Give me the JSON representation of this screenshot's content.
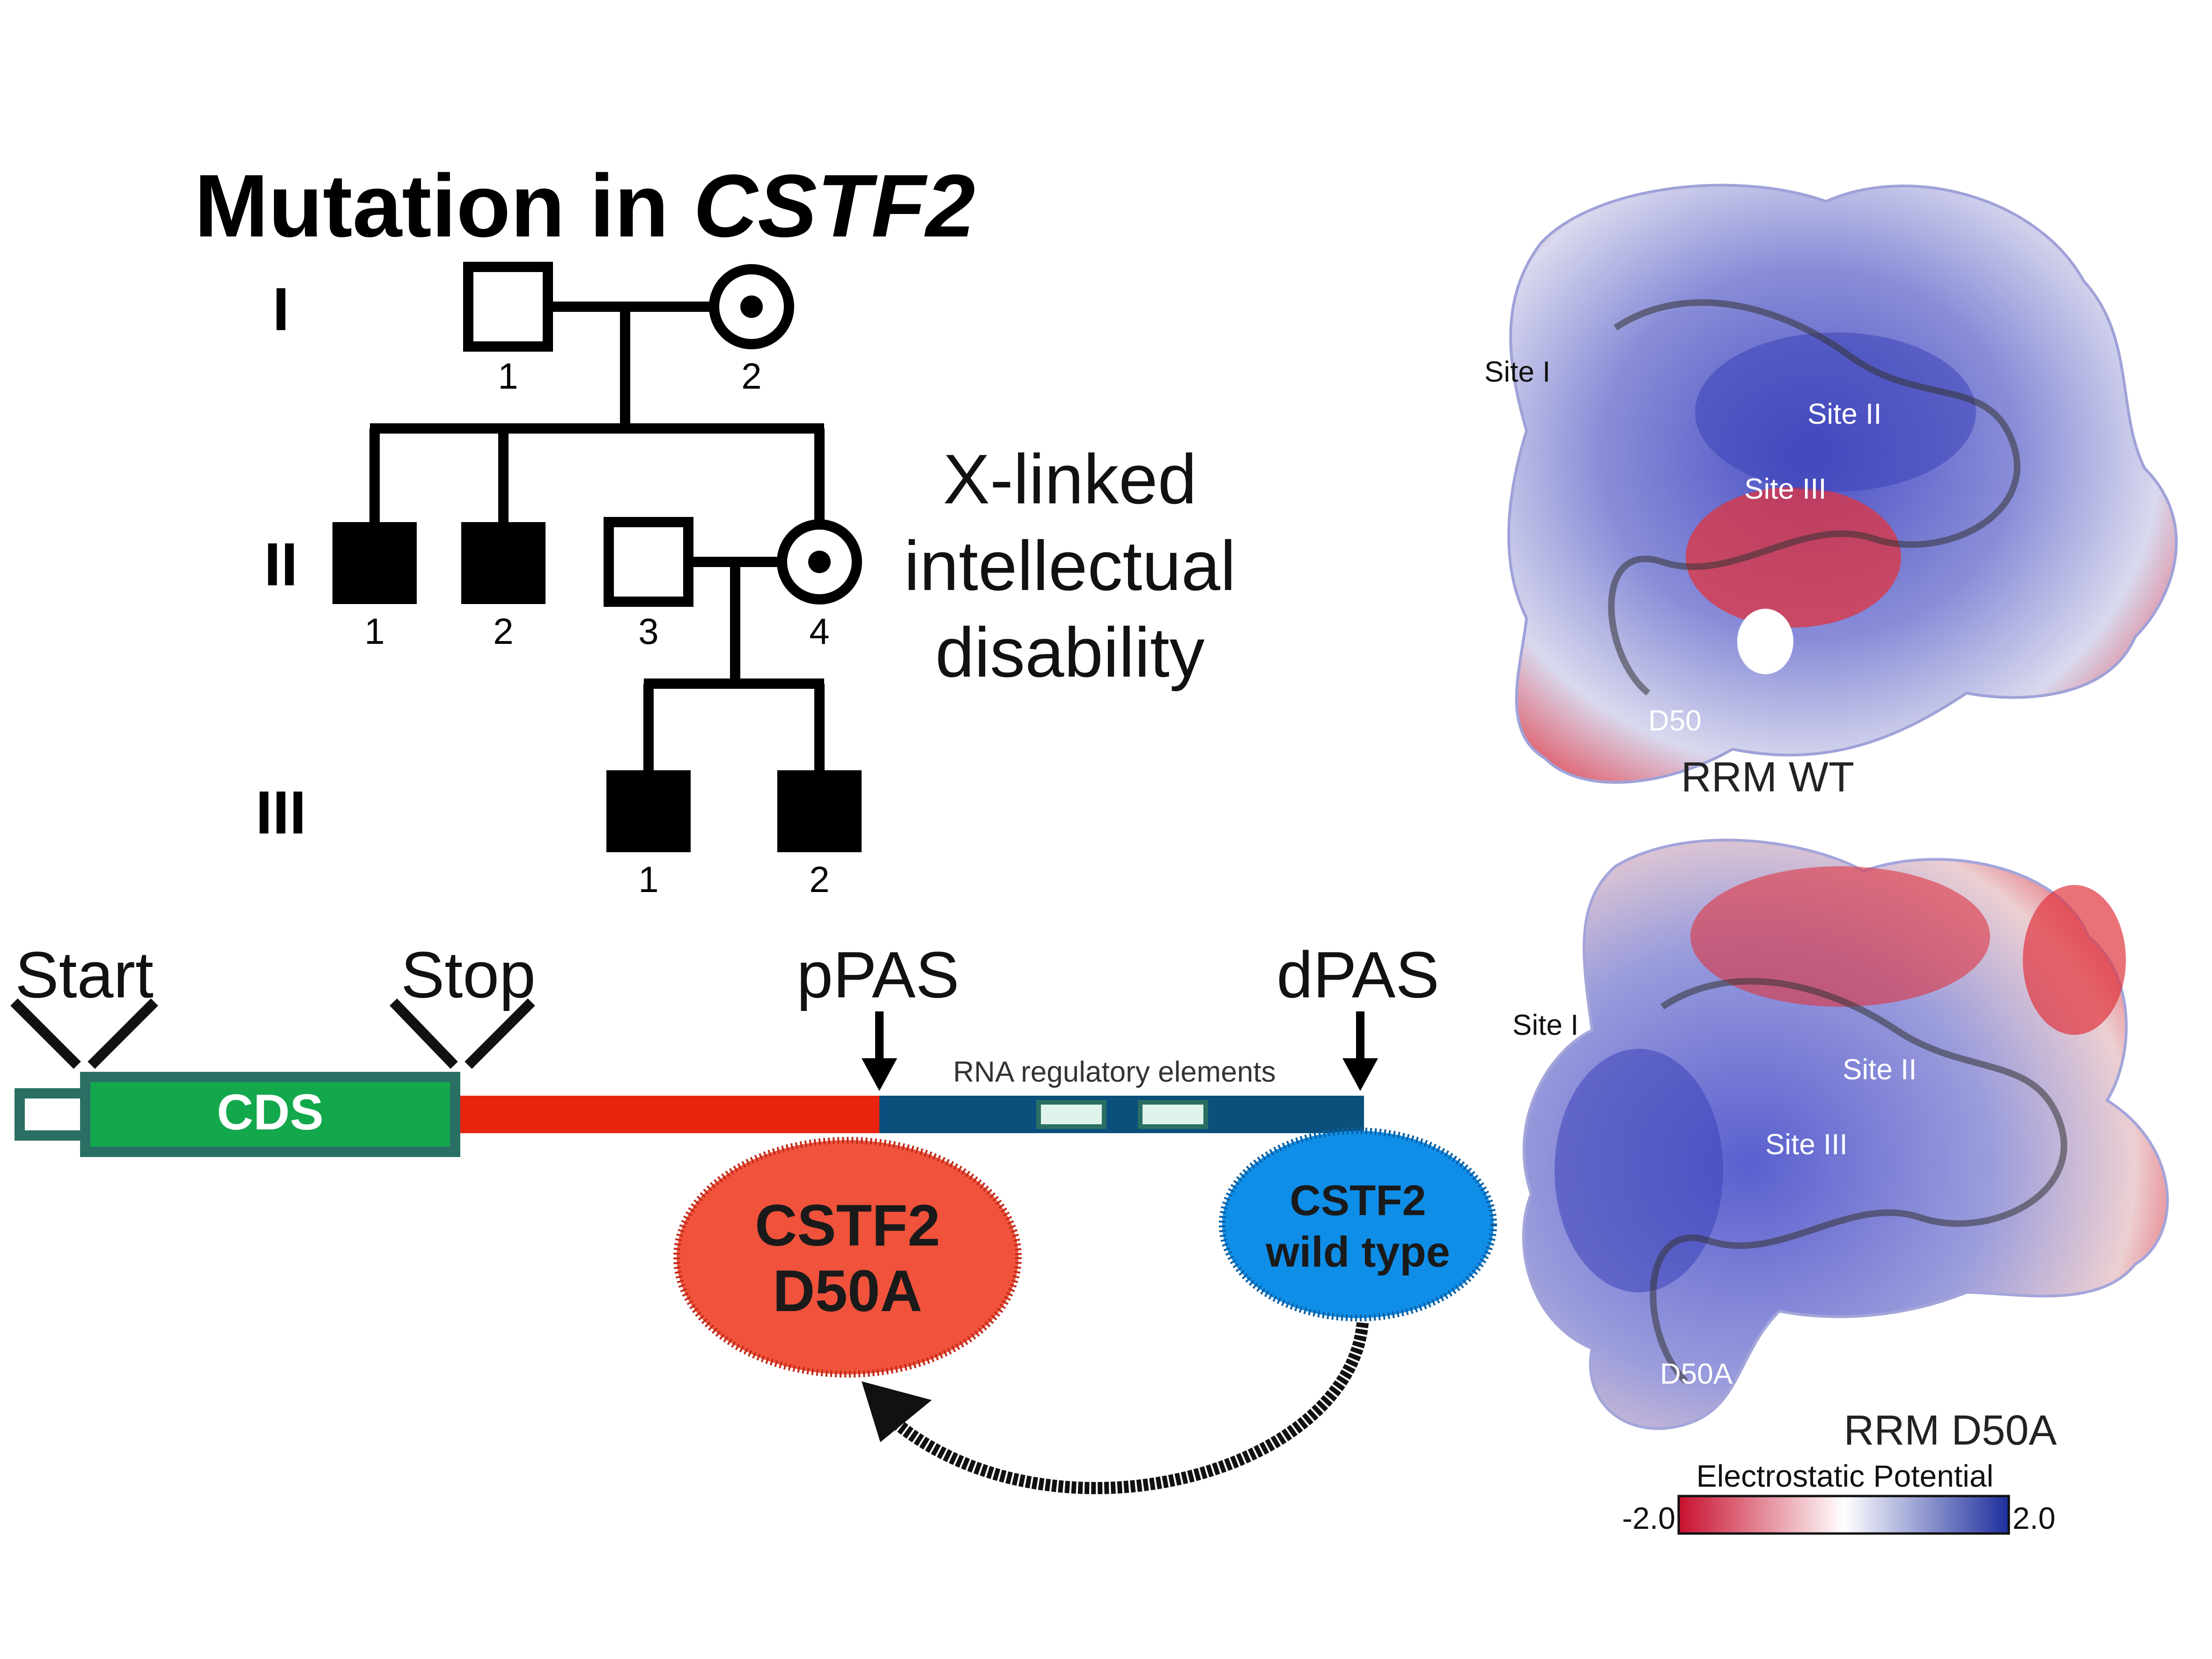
{
  "title": {
    "prefix": "Mutation in ",
    "gene": "CSTF2"
  },
  "pedigree": {
    "generations": [
      "I",
      "II",
      "III"
    ],
    "gen1_labels": [
      "1",
      "2"
    ],
    "gen2_labels": [
      "1",
      "2",
      "3",
      "4"
    ],
    "gen3_labels": [
      "1",
      "2"
    ],
    "phenotype_lines": [
      "X-linked",
      "intellectual",
      "disability"
    ]
  },
  "gene_diagram": {
    "start_label": "Start",
    "stop_label": "Stop",
    "ppas_label": "pPAS",
    "dpas_label": "dPAS",
    "cds_label": "CDS",
    "rna_elements_label": "RNA regulatory elements",
    "colors": {
      "cds": "#13a84b",
      "cds_border": "#2a6f63",
      "utr_proximal": "#e8240f",
      "utr_distal": "#0b4f7c"
    }
  },
  "isoforms": {
    "mutant_lines": [
      "CSTF2",
      "D50A"
    ],
    "wildtype_lines": [
      "CSTF2",
      "wild type"
    ],
    "mutant_color": "#f0523b",
    "wildtype_color": "#0f8ee8"
  },
  "structures": {
    "wt": {
      "caption": "RRM WT",
      "sites": [
        "Site I",
        "Site II",
        "Site III"
      ],
      "residue": "D50"
    },
    "mutant": {
      "caption": "RRM D50A",
      "sites": [
        "Site I",
        "Site II",
        "Site III"
      ],
      "residue": "D50A"
    }
  },
  "colorbar": {
    "title": "Electrostatic Potential",
    "min_label": "-2.0",
    "max_label": "2.0",
    "min_color": "#c8102e",
    "mid_color": "#ffffff",
    "max_color": "#1f2f9e"
  }
}
